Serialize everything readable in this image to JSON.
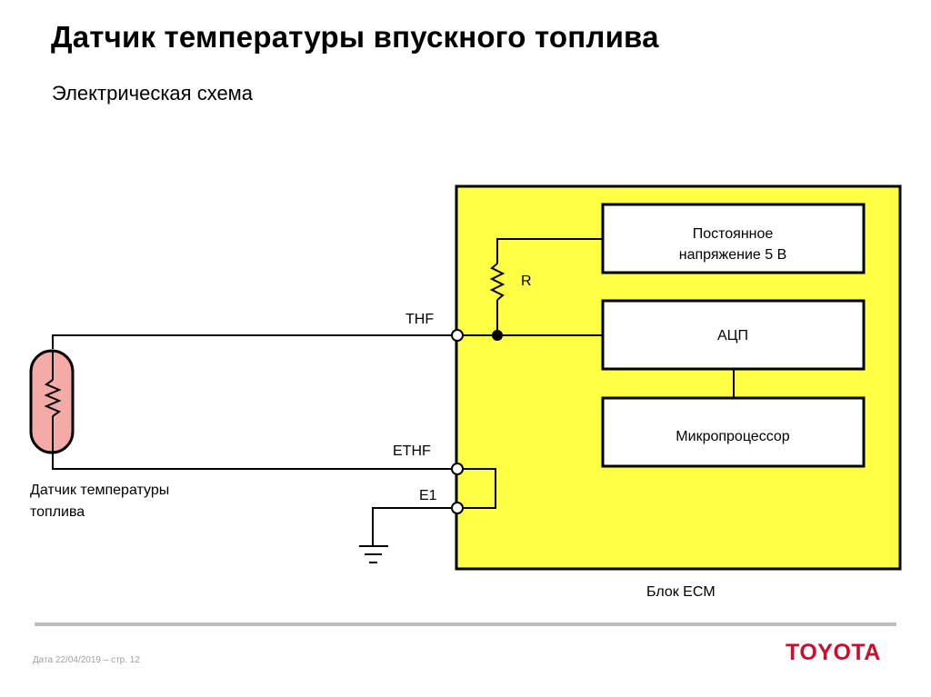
{
  "slide": {
    "title": "Датчик температуры впускного топлива",
    "subtitle": "Электрическая схема"
  },
  "diagram": {
    "sensor_label_line1": "Датчик температуры",
    "sensor_label_line2": "топлива",
    "ecm_label": "Блок ECM",
    "terminals": {
      "thf": "THF",
      "ethf": "ETHF",
      "e1": "E1"
    },
    "resistor_label": "R",
    "blocks": {
      "voltage_line1": "Постоянное",
      "voltage_line2": "напряжение 5 В",
      "adc": "АЦП",
      "cpu": "Микропроцессор"
    },
    "colors": {
      "ecm_fill": "#ffff44",
      "sensor_fill": "#f4aaa6",
      "wire": "#000000"
    }
  },
  "footer": {
    "date_page": "Дата 22/04/2019 – стр.  12",
    "logo": "TOYOTA",
    "logo_color": "#c8102e"
  }
}
